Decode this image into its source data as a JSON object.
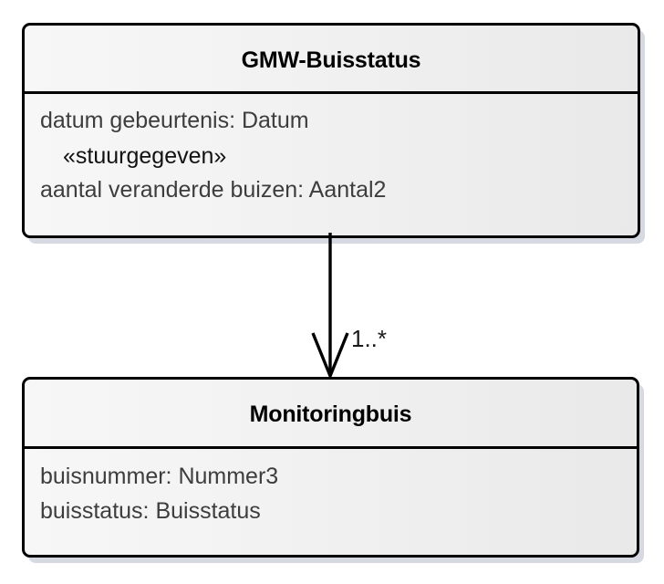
{
  "diagram": {
    "type": "uml-class-diagram",
    "background_color": "#ffffff",
    "classes": [
      {
        "id": "gmw-buisstatus",
        "name": "GMW-Buisstatus",
        "attributes": [
          {
            "text": "datum gebeurtenis: Datum",
            "kind": "attribute"
          },
          {
            "text": "«stuurgegeven»",
            "kind": "stereotype"
          },
          {
            "text": "aantal veranderde buizen: Aantal2",
            "kind": "attribute"
          }
        ]
      },
      {
        "id": "monitoringbuis",
        "name": "Monitoringbuis",
        "attributes": [
          {
            "text": "buisnummer: Nummer3",
            "kind": "attribute"
          },
          {
            "text": "buisstatus: Buisstatus",
            "kind": "attribute"
          }
        ]
      }
    ],
    "connector": {
      "name": "association",
      "source": "GMW-Buisstatus",
      "target": "Monitoringbuis",
      "arrowhead": "open-arrow",
      "multiplicity": "1..*",
      "line_color": "#000000"
    },
    "colors": {
      "border": "#000000",
      "fill_start": "#f7f7f7",
      "fill_end": "#e9e9e9",
      "title_text": "#000000",
      "attribute_text": "#3d3d3d",
      "stereotype_text": "#121212",
      "shadow": "#b4bac8"
    }
  }
}
